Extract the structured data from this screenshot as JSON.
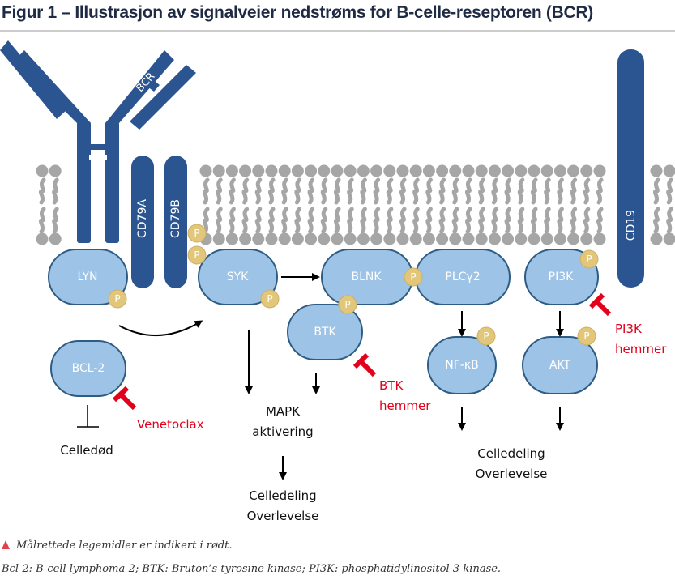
{
  "title": "Figur 1 – Illustrasjon av signalveier nedstrøms for B-celle-reseptoren (BCR)",
  "colors": {
    "receptor": "#2b5591",
    "node_fill": "#9dc3e6",
    "node_stroke": "#2e5c84",
    "phospho": "#e2c77a",
    "membrane": "#a6a6a6",
    "inhibitor": "#e3001b",
    "arrow": "#000000"
  },
  "receptors": {
    "bcr": "BCR",
    "cd79a": "CD79A",
    "cd79b": "CD79B",
    "cd19": "CD19"
  },
  "nodes": {
    "lyn": "LYN",
    "syk": "SYK",
    "blnk": "BLNK",
    "plcg2": "PLCγ2",
    "pi3k": "PI3K",
    "btk": "BTK",
    "nfkb": "NF-κB",
    "akt": "AKT",
    "bcl2": "BCL-2"
  },
  "phospho_label": "P",
  "outcomes": {
    "mapk_line1": "MAPK",
    "mapk_line2": "aktivering",
    "celledod": "Celledød",
    "left_celledeling": "Celledeling",
    "left_overlevelse": "Overlevelse",
    "right_celledeling": "Celledeling",
    "right_overlevelse": "Overlevelse"
  },
  "inhibitors": {
    "venetoclax": "Venetoclax",
    "btk_line1": "BTK",
    "btk_line2": "hemmer",
    "pi3k_line1": "PI3K",
    "pi3k_line2": "hemmer"
  },
  "footer": {
    "legend": "Målrettede legemidler er indikert i rødt.",
    "abbreviations": "Bcl-2: B-cell lymphoma-2; BTK: Bruton’s tyrosine kinase; PI3K: phosphatidylinositol 3-kinase."
  }
}
